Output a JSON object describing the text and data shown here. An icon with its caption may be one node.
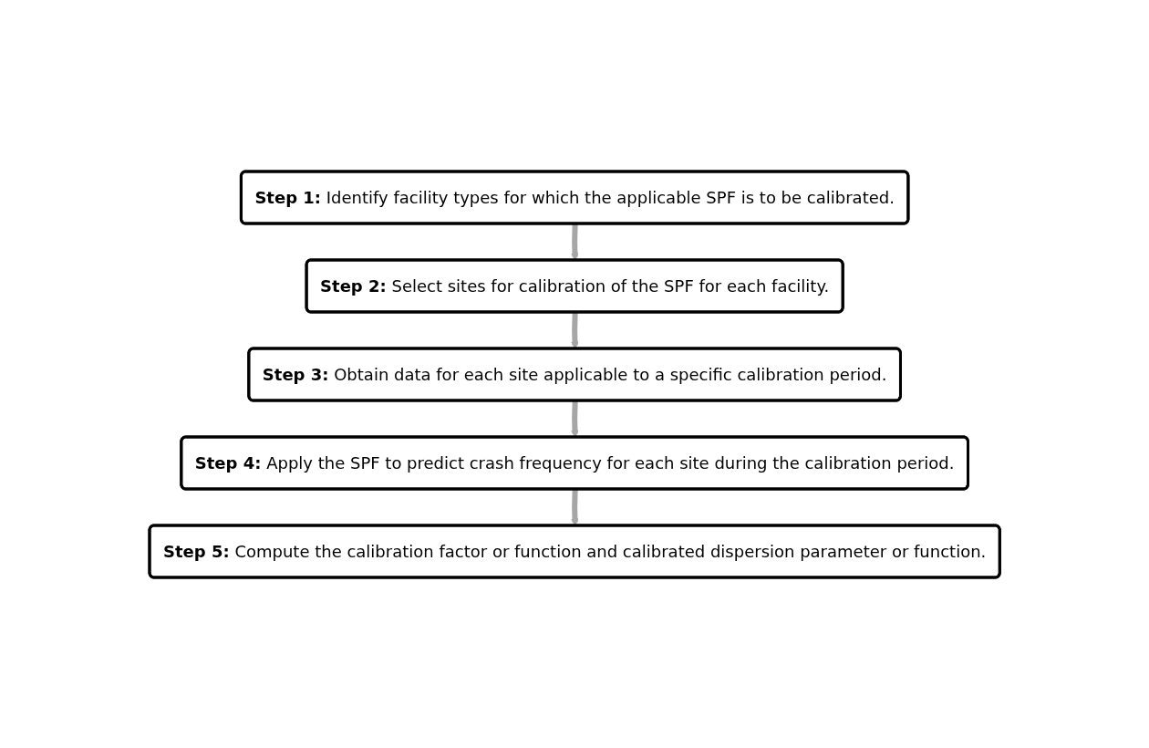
{
  "diagram": {
    "nodes": [
      {
        "text": [
          "**Step 1:** Identify facility types for which the applicable SPF is to be calibrated."
        ]
      },
      {
        "text": [
          "**Step 2:** Select sites for calibration of the SPF for each facility."
        ]
      },
      {
        "text": [
          "**Step 3:** Obtain data for each site applicable to a specific calibration period."
        ]
      },
      {
        "text": [
          "**Step 4:** Apply the SPF to predict crash frequency for each site during the calibration period."
        ]
      },
      {
        "text": [
          "**Step 5:** Compute the calibration factor or function and calibrated dispersion parameter or function."
        ]
      }
    ],
    "edges": [
      {
        "from": 0,
        "to": 1,
        "arrow": "to"
      },
      {
        "from": 1,
        "to": 2,
        "arrow": "to"
      },
      {
        "from": 2,
        "to": 3,
        "arrow": "to"
      },
      {
        "from": 3,
        "to": 4,
        "arrow": "to"
      }
    ]
  }
}
